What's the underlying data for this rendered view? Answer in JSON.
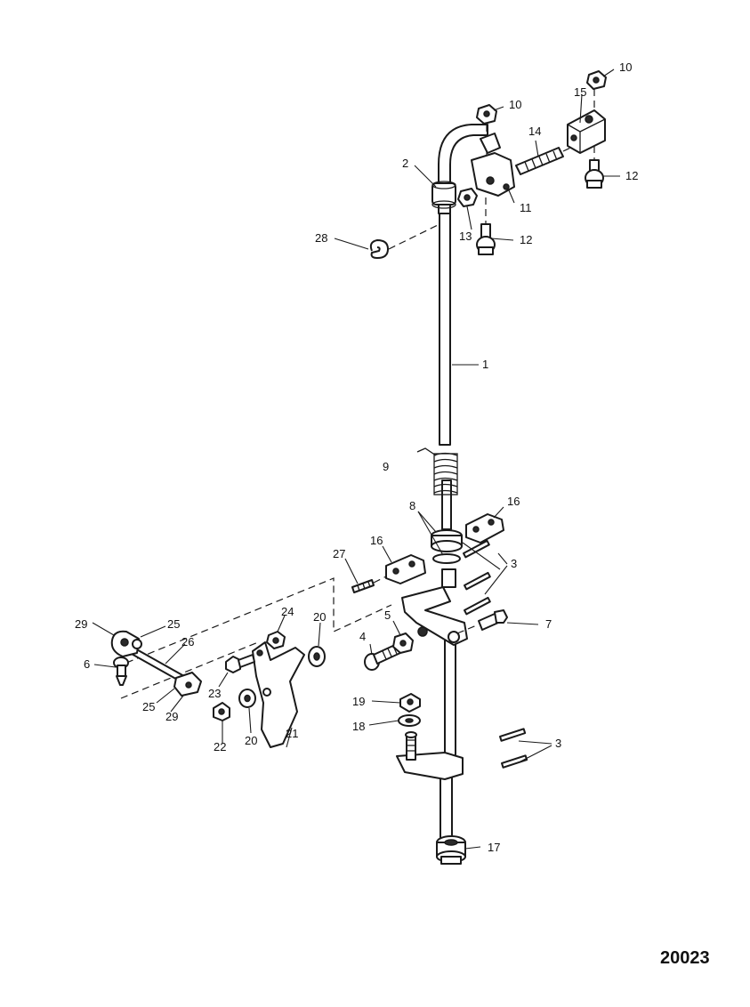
{
  "figure_number": "20023",
  "callouts": [
    "1",
    "2",
    "3",
    "3",
    "4",
    "5",
    "6",
    "7",
    "8",
    "9",
    "10",
    "10",
    "11",
    "12",
    "12",
    "13",
    "14",
    "15",
    "16",
    "16",
    "17",
    "18",
    "19",
    "20",
    "20",
    "21",
    "22",
    "23",
    "24",
    "25",
    "25",
    "26",
    "27",
    "28",
    "29",
    "29"
  ]
}
